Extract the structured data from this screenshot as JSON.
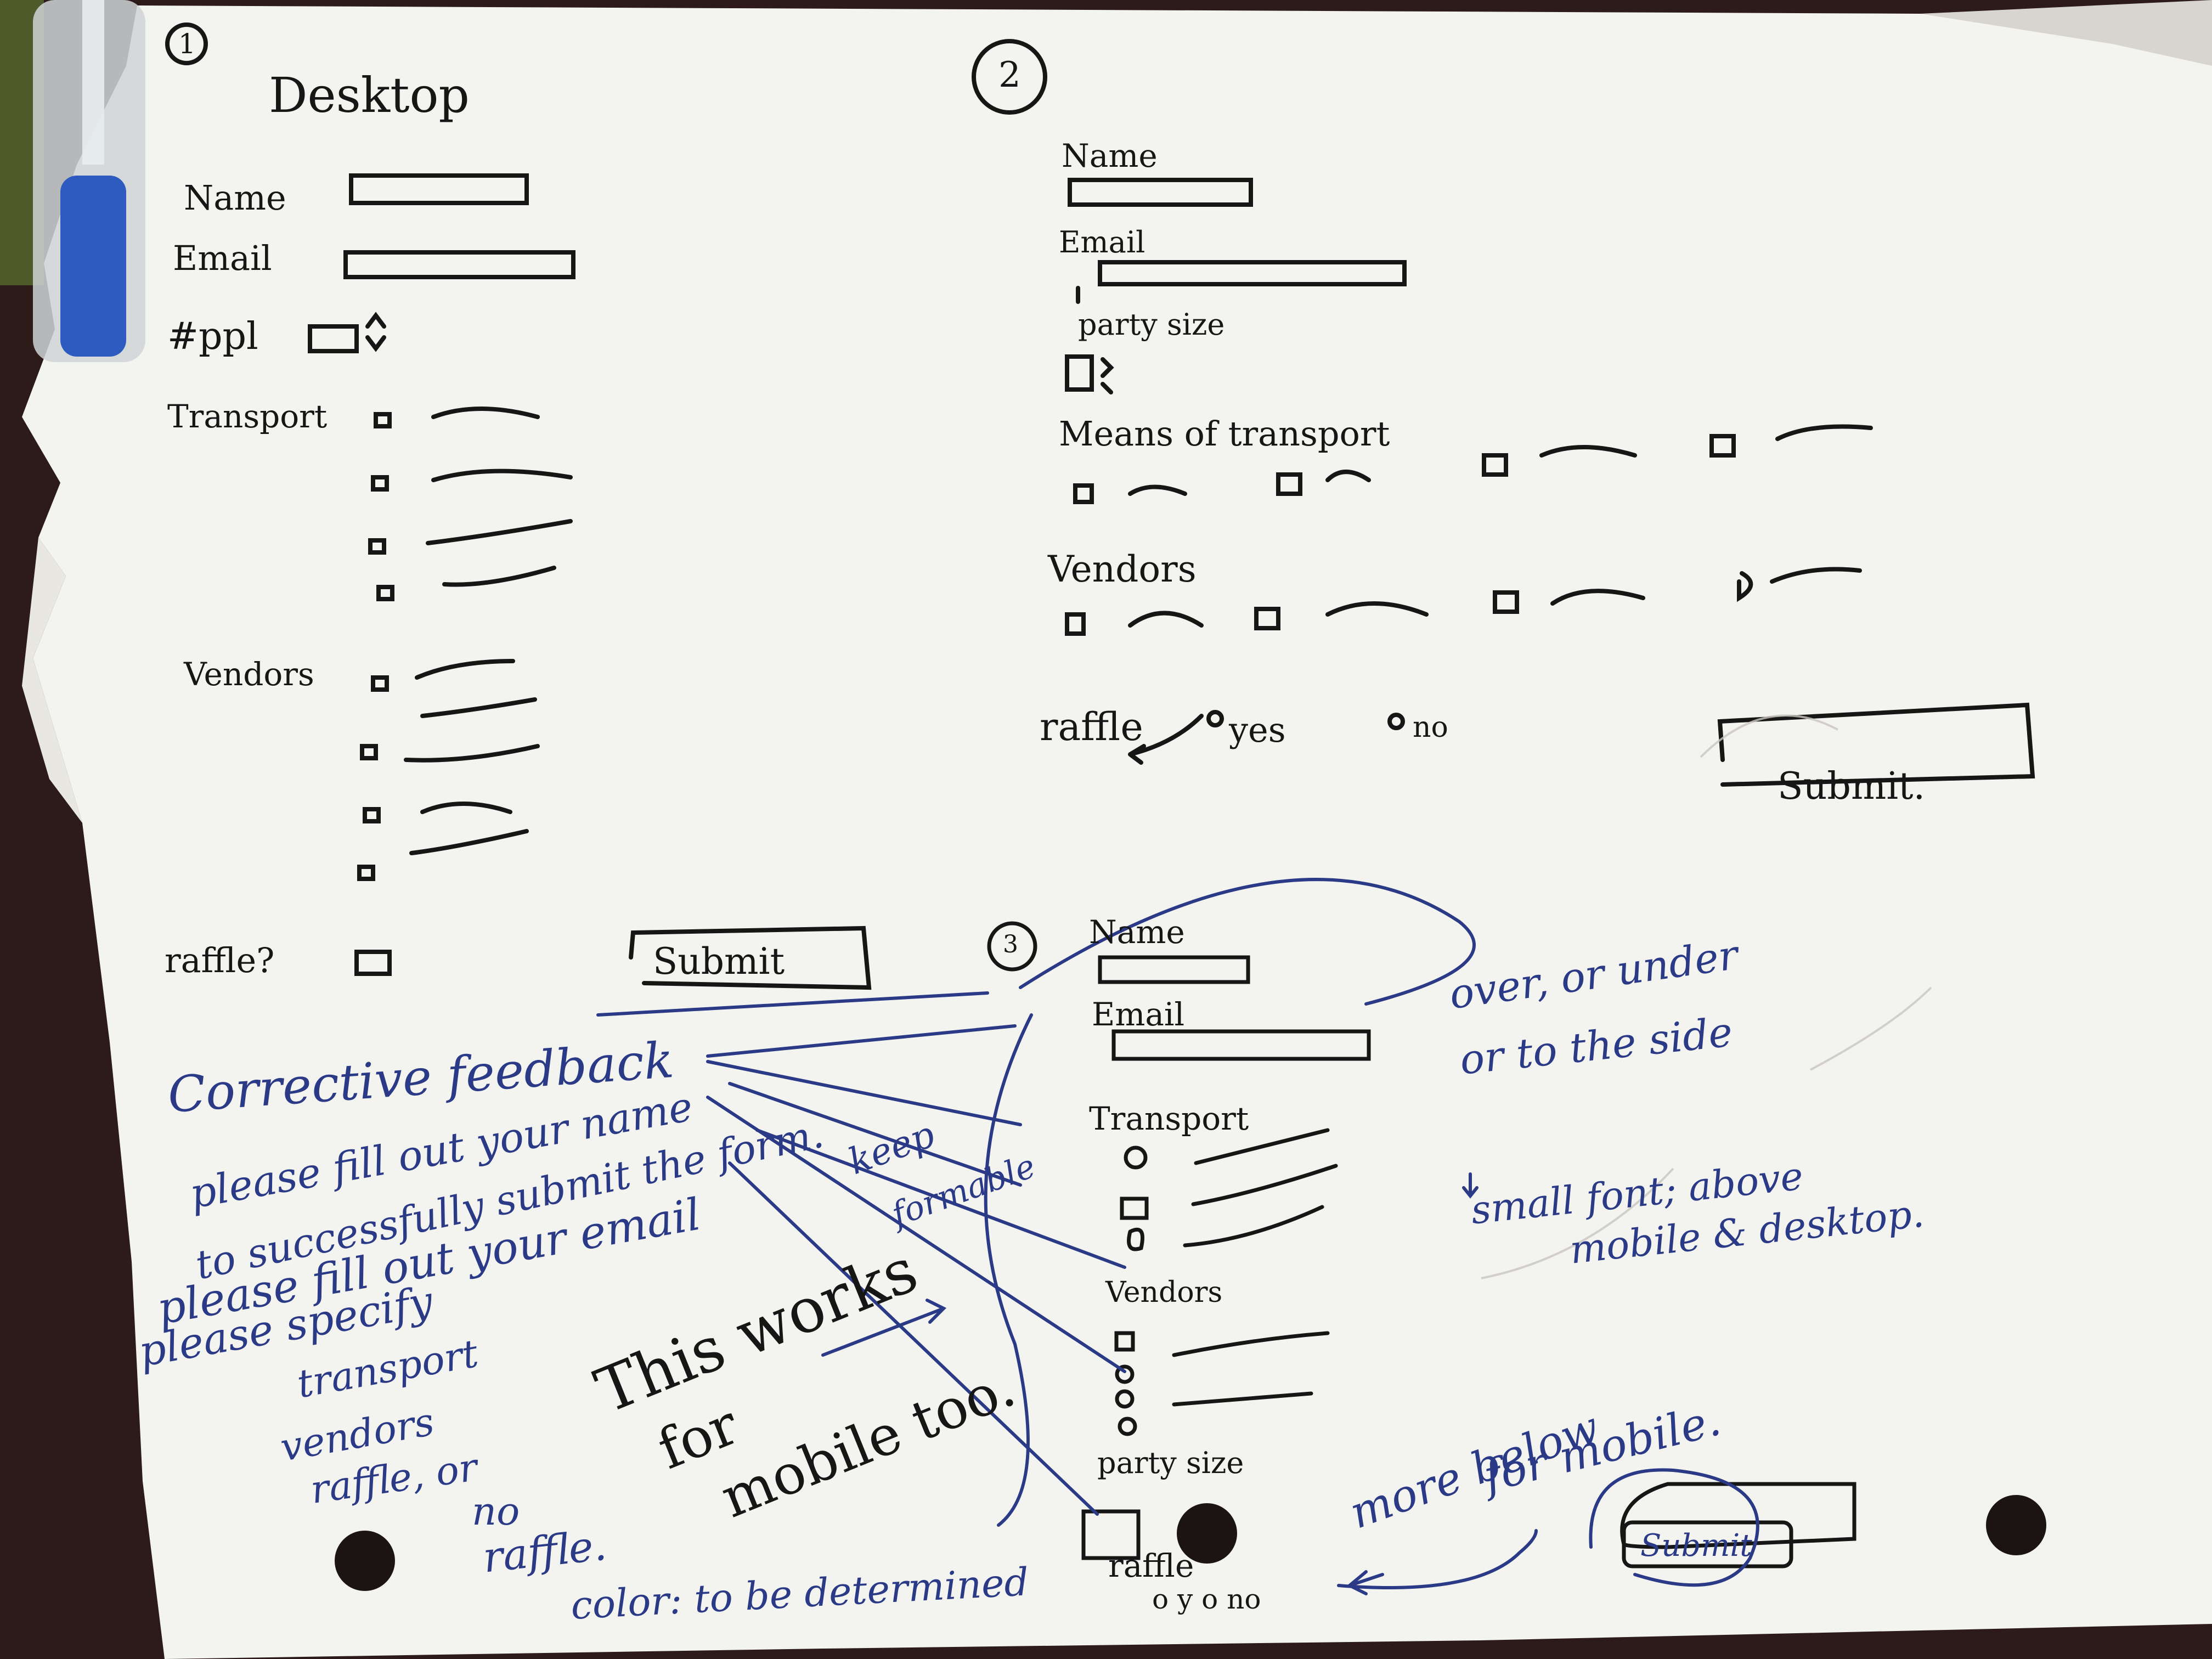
{
  "section1": {
    "number": "1",
    "title": "Desktop",
    "fields": {
      "name": "Name",
      "email": "Email",
      "people": "#ppl",
      "transport": "Transport",
      "vendors": "Vendors",
      "raffle": "raffle?"
    },
    "submit": "Submit"
  },
  "section2": {
    "number": "2",
    "fields": {
      "name": "Name",
      "email": "Email",
      "party_size": "party size",
      "transport": "Means of transport",
      "vendors": "Vendors"
    },
    "raffle": {
      "label": "raffle",
      "yes": "yes",
      "no": "no"
    },
    "submit": "Submit."
  },
  "section3": {
    "number": "3",
    "fields": {
      "name": "Name",
      "email": "Email",
      "transport": "Transport",
      "vendors": "Vendors",
      "party_size": "party size",
      "raffle": "raffle"
    },
    "raffle_options": "o y o no",
    "submit": "Submit",
    "side_notes": [
      "over, or under",
      "or to the side",
      "small font; above",
      "mobile & desktop."
    ],
    "more_below": "more below",
    "for_mobile": "for mobile."
  },
  "feedback": {
    "heading": "Corrective feedback",
    "items": [
      "please fill out your name",
      "to successfully submit the form.",
      "please fill out your email",
      "please specify",
      "transport",
      "vendors",
      "raffle, or",
      "no",
      "raffle."
    ],
    "keep_formable": [
      "keep",
      "formable"
    ],
    "works_mobile": [
      "This works",
      "for",
      "mobile too."
    ],
    "color_note": "color: to be determined"
  },
  "colors": {
    "paper": "#f4f4f0",
    "ink": "#161616",
    "blue_ink": "#2b3a86",
    "background": "#2a1a17",
    "pen_cap": "#2d5bbf"
  }
}
